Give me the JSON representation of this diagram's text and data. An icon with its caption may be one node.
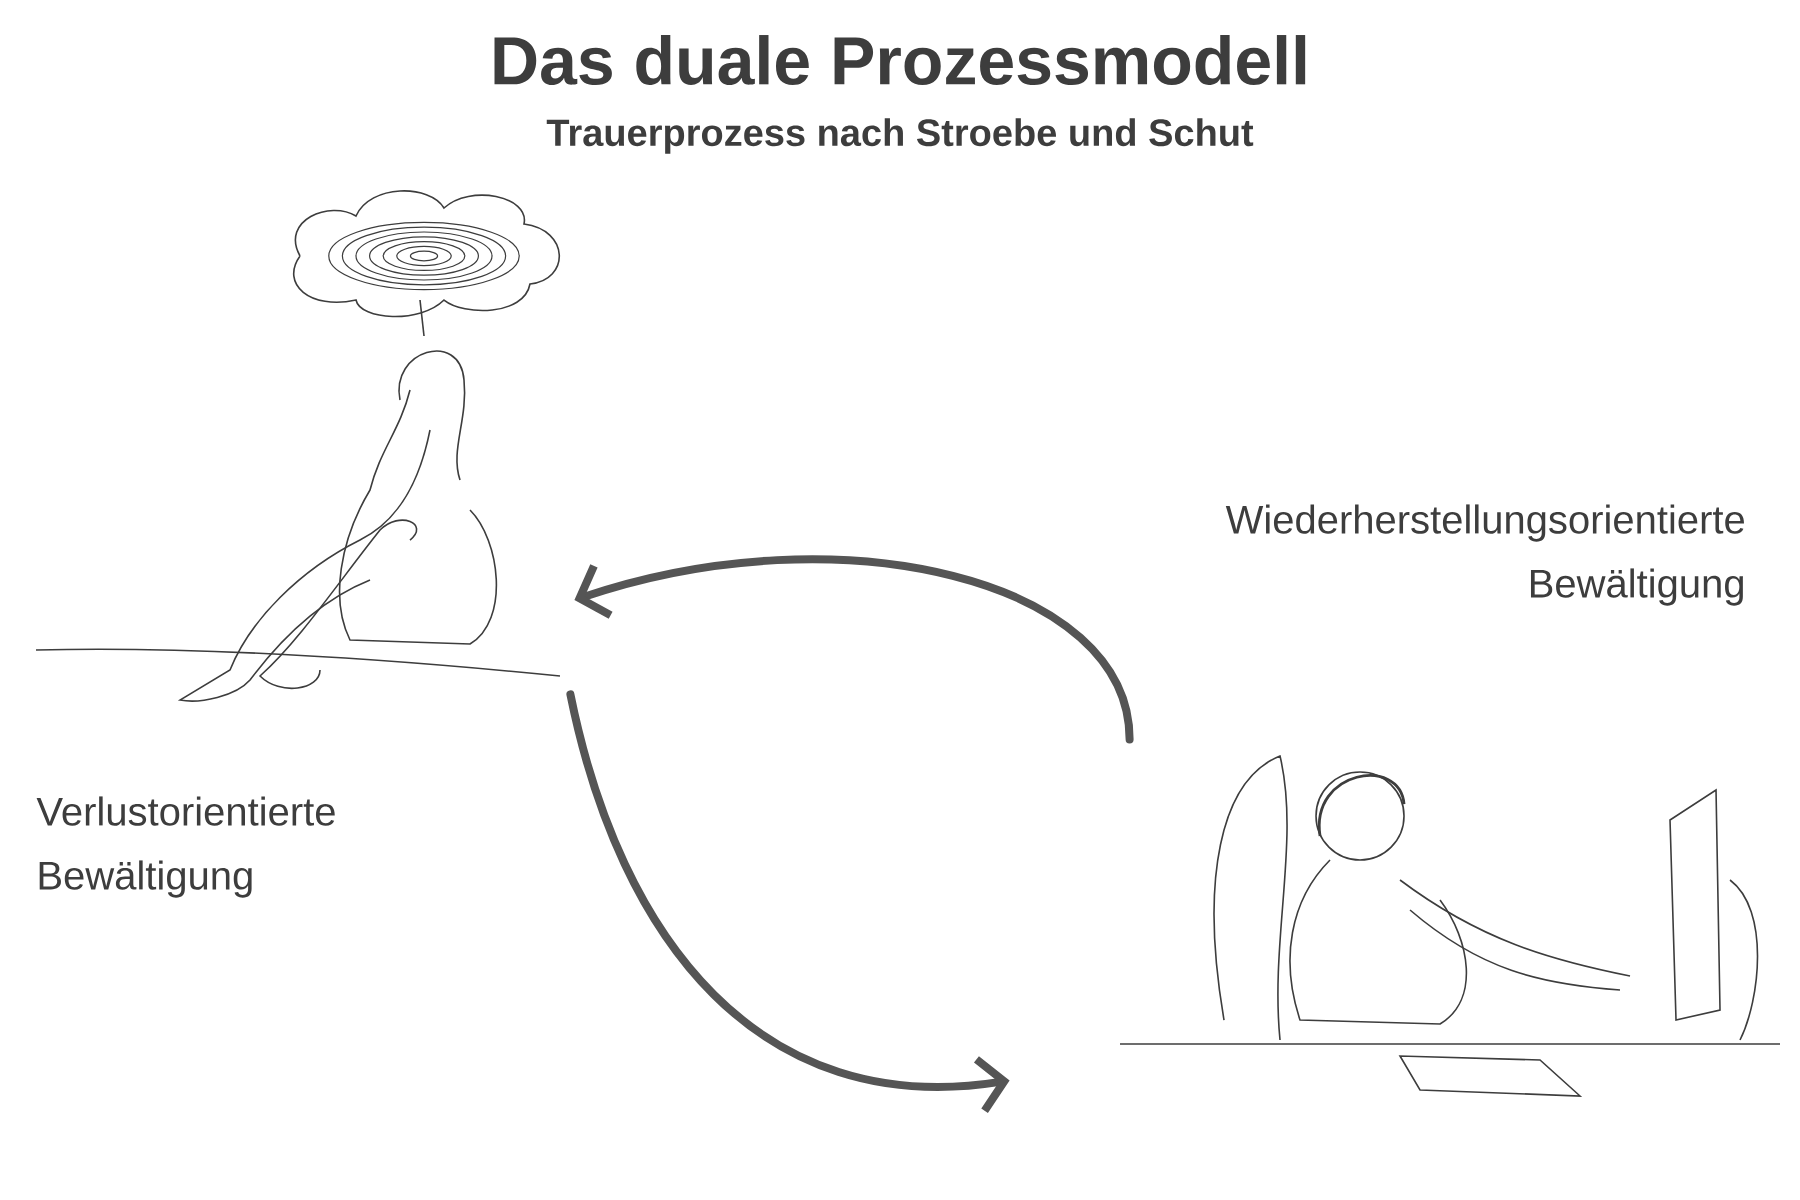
{
  "diagram": {
    "title": "Das duale Prozessmodell",
    "nodes": [
      {
        "text": [],
        "shape": "picture",
        "beside": [
          "Verlustorientierte Bewältigung"
        ]
      },
      {
        "text": [],
        "shape": "picture",
        "beside": [
          "Wiederherstellungsorientierte Bewältigung"
        ]
      }
    ],
    "edges": [
      {
        "from": 0,
        "to": 1,
        "arrow": "to"
      },
      {
        "from": 1,
        "to": 0,
        "arrow": "to"
      }
    ],
    "labels": [
      "Trauerprozess nach Stroebe und Schut"
    ]
  }
}
